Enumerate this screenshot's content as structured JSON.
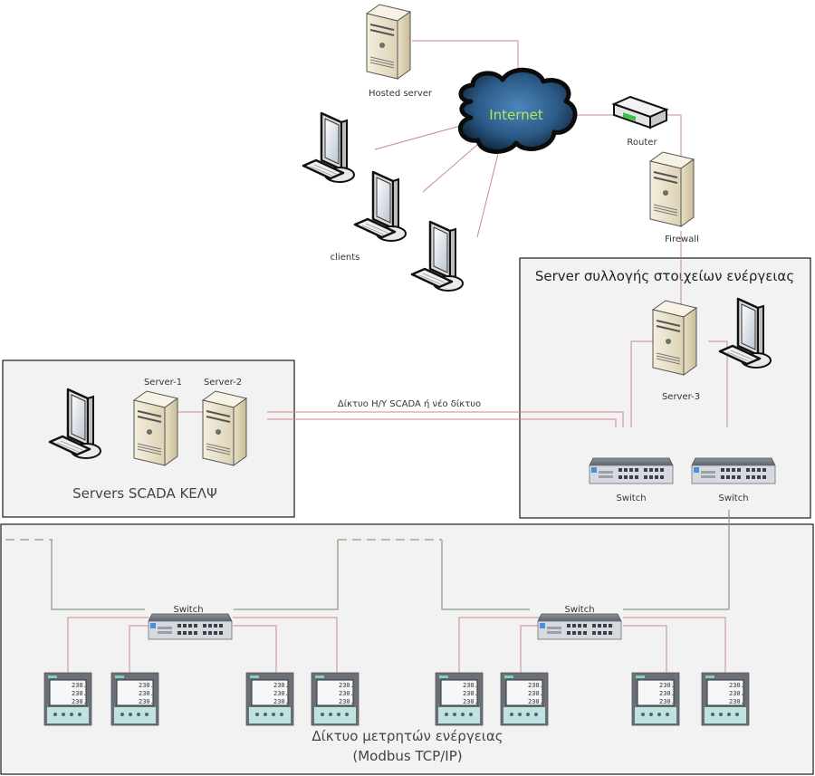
{
  "colors": {
    "link_red": "#c98a8a",
    "link_green": "#8f9a7a",
    "box_fill": "#f2f2f2",
    "box_border": "#1a1a1a",
    "cloud": "#2b5a86",
    "cloud_text": "#b6e35a",
    "server_beige": "#e9e0c8"
  },
  "internet": {
    "label": "Internet"
  },
  "hosted_server": {
    "label": "Hosted server"
  },
  "router": {
    "label": "Router"
  },
  "firewall": {
    "label": "Firewall"
  },
  "clients": {
    "label": "clients",
    "count": 3
  },
  "energy_server_box": {
    "title": "Server συλλογής στοιχείων ενέργειας",
    "server_label": "Server-3",
    "switches": [
      "Switch",
      "Switch"
    ]
  },
  "scada_box": {
    "title": "Servers SCADA ΚΕΛΨ",
    "servers": [
      "Server-1",
      "Server-2"
    ]
  },
  "scada_link": {
    "label": "Δίκτυο Η/Υ SCADA ή νέο δίκτυο"
  },
  "meter_network": {
    "title_line1": "Δίκτυο μετρητών  ενέργειας",
    "title_line2": "(Modbus TCP/IP)",
    "switches": [
      "Switch",
      "Switch"
    ],
    "meter_reading": [
      "230.",
      "230.",
      "230."
    ],
    "meter_count": 8
  }
}
